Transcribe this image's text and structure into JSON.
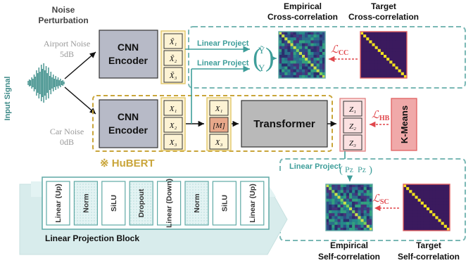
{
  "noise": {
    "title_line1": "Noise",
    "title_line2": "Perturbation",
    "airport_line1": "Airport Noise",
    "airport_line2": "5dB",
    "car_line1": "Car Noise",
    "car_line2": "0dB"
  },
  "input_signal": "Input Signal",
  "encoder_top": {
    "line1": "CNN",
    "line2": "Encoder"
  },
  "encoder_bottom": {
    "line1": "CNN",
    "line2": "Encoder"
  },
  "noisy_features": [
    "X̃₁",
    "X̃₂",
    "X̃₃"
  ],
  "clean_features": [
    "X₁",
    "X₂",
    "X₃"
  ],
  "masked_features": [
    "X₁",
    "[M]",
    "X₃"
  ],
  "transformer": "Transformer",
  "outputs": [
    "Z₁",
    "Z₂",
    "Z₃"
  ],
  "kmeans": "K-Means",
  "hubert_label": "※ HuBERT",
  "linear_project": "Linear Project",
  "projected_top": [
    "Ỹ",
    "Y"
  ],
  "projected_bottom": [
    "Pz",
    "Pz"
  ],
  "cross": {
    "empirical_line1": "Empirical",
    "empirical_line2": "Cross-correlation",
    "target_line1": "Target",
    "target_line2": "Cross-correlation",
    "loss": "ℒ",
    "loss_sub": "CC"
  },
  "self": {
    "empirical_line1": "Empirical",
    "empirical_line2": "Self-correlation",
    "target_line1": "Target",
    "target_line2": "Self-correlation",
    "loss": "ℒ",
    "loss_sub": "SC"
  },
  "hubert_loss": {
    "loss": "ℒ",
    "loss_sub": "HB"
  },
  "projection_block": {
    "title": "Linear Projection Block",
    "layers": [
      "Linear (Up)",
      "Norm",
      "SiLU",
      "Dropout",
      "Linear (Down)",
      "Norm",
      "SiLU",
      "Linear (Up)"
    ]
  },
  "colors": {
    "teal": "#3e9e9a",
    "gold": "#c9a53a",
    "loss_red": "#e0474c",
    "encoder_fill": "#b7bac7",
    "feature_fill": "#fdf3d4",
    "kmeans_fill": "#f0a9a9",
    "matrix_bg": "#3b1a5e",
    "matrix_diag": "#f2e21f"
  }
}
